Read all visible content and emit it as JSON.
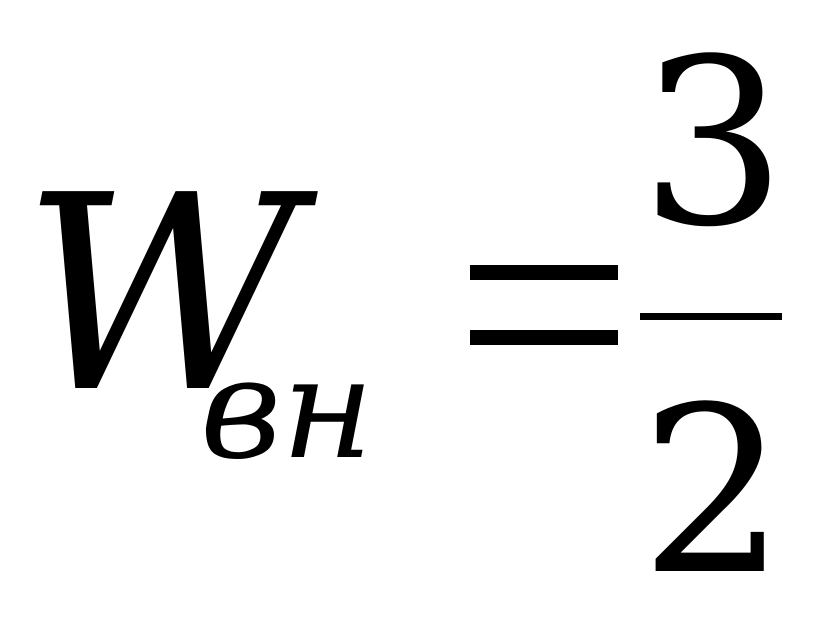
{
  "formula": {
    "variable": "W",
    "subscript": "вн",
    "equals_sign": "=",
    "numerator": "3",
    "denominator": "2"
  }
}
